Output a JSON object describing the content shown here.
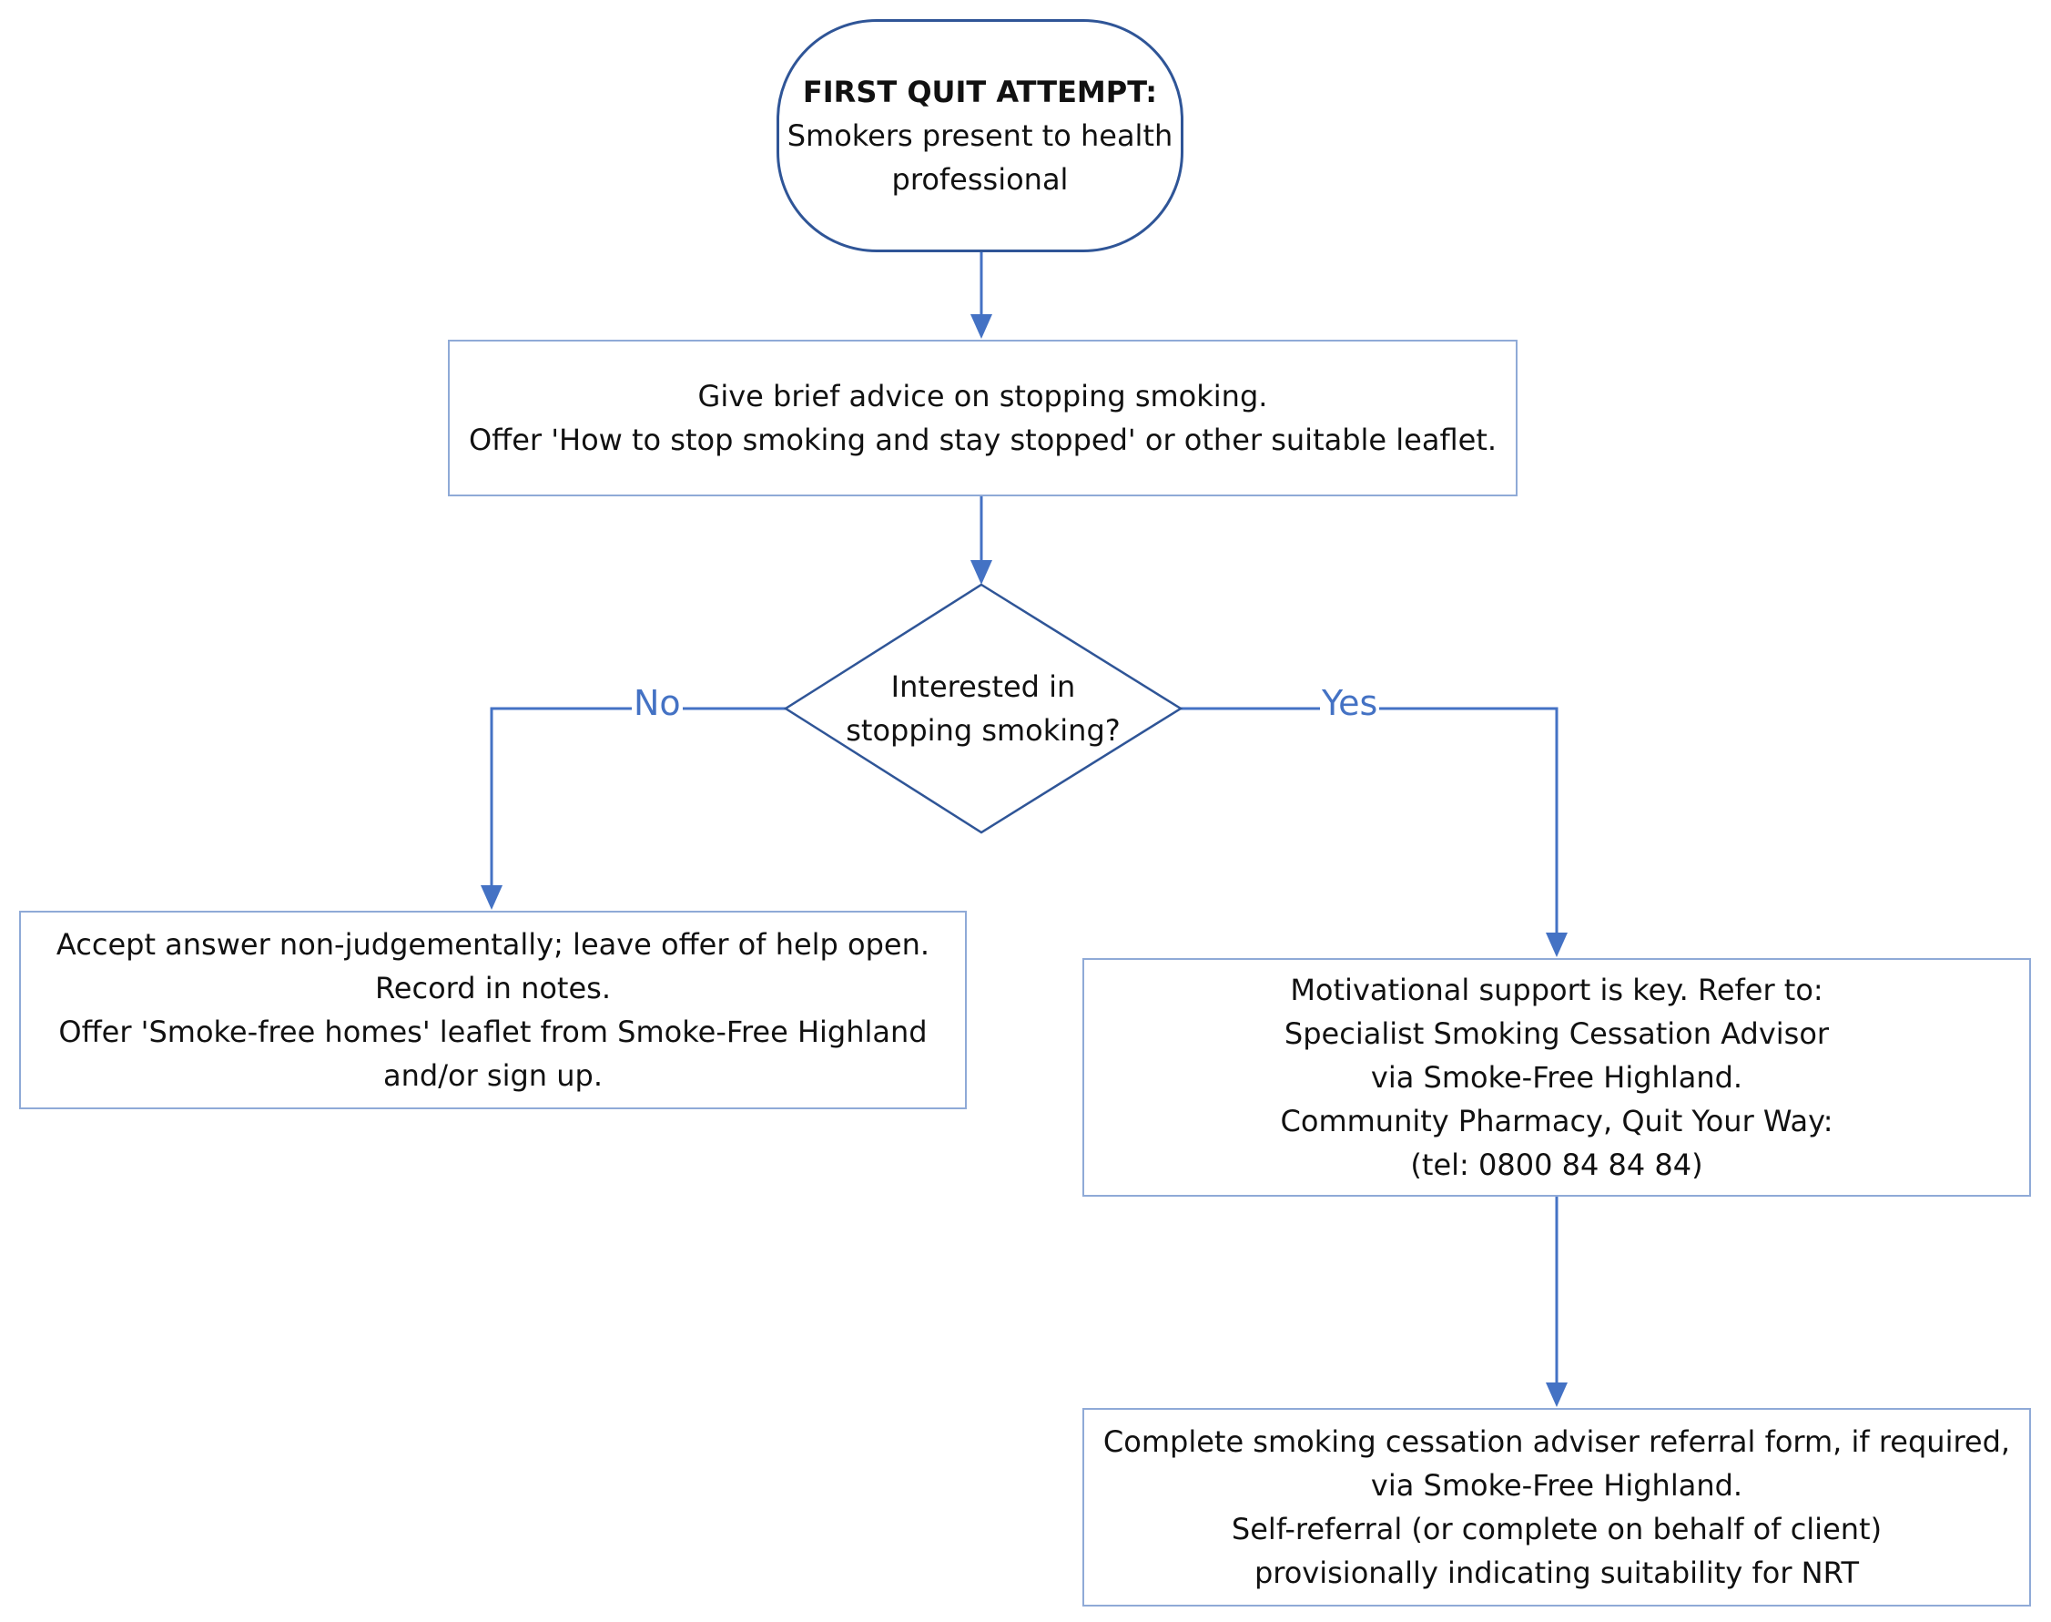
{
  "start": {
    "title": "FIRST QUIT ATTEMPT:",
    "lines": [
      "Smokers present to health",
      "professional"
    ]
  },
  "advice": {
    "lines": [
      "Give brief advice on stopping smoking.",
      "Offer 'How to stop smoking and stay stopped' or other suitable leaflet."
    ]
  },
  "decision": {
    "lines": [
      "Interested in",
      "stopping smoking?"
    ],
    "no_label": "No",
    "yes_label": "Yes"
  },
  "no_branch": {
    "lines": [
      "Accept answer non-judgementally; leave offer of help open.",
      "Record in notes.",
      "Offer 'Smoke-free homes' leaflet from Smoke-Free Highland",
      "and/or sign up."
    ]
  },
  "yes_branch": {
    "lines": [
      "Motivational support is key. Refer to:",
      "Specialist Smoking Cessation Advisor",
      "via Smoke-Free Highland.",
      "Community Pharmacy, Quit Your Way:",
      "(tel: 0800 84 84 84)"
    ]
  },
  "referral": {
    "lines": [
      "Complete smoking cessation adviser referral form, if required,",
      "via Smoke-Free Highland.",
      "Self-referral (or complete on behalf of client)",
      "provisionally indicating suitability for NRT"
    ]
  },
  "colors": {
    "connector": "#4472c4",
    "start_border": "#2f5597",
    "box_border": "#8faad7"
  }
}
